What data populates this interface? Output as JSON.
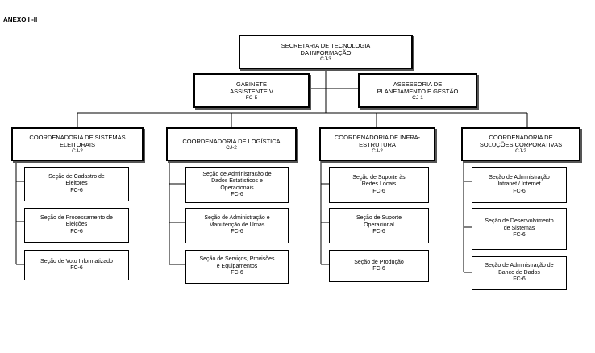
{
  "header": {
    "title": "ANEXO I -II"
  },
  "top": {
    "title": "SECRETARIA DE TECNOLOGIA\nDA INFORMAÇÃO",
    "code": "CJ-3"
  },
  "staff": [
    {
      "title": "GABINETE\nASSISTENTE V",
      "code": "FC-5"
    },
    {
      "title": "ASSESSORIA DE\nPLANEJAMENTO E GESTÃO",
      "code": "CJ-1"
    }
  ],
  "coordinations": [
    {
      "title": "COORDENADORIA DE SISTEMAS\nELEITORAIS",
      "code": "CJ-2",
      "sections": [
        {
          "title": "Seção de Cadastro de\nEleitores",
          "code": "FC-6"
        },
        {
          "title": "Seção de Processamento de\nEleições",
          "code": "FC-6"
        },
        {
          "title": "Seção de Voto Informatizado",
          "code": "FC-6"
        }
      ]
    },
    {
      "title": "COORDENADORIA DE LOGÍSTICA",
      "code": "CJ-2",
      "sections": [
        {
          "title": "Seção de Administração de\nDados Estatísticos e\nOperacionais",
          "code": "FC-6"
        },
        {
          "title": "Seção de Administração e\nManutenção de Urnas",
          "code": "FC-6"
        },
        {
          "title": "Seção de Serviços, Provisões\ne Equipamentos",
          "code": "FC-6"
        }
      ]
    },
    {
      "title": "COORDENADORIA DE INFRA-\nESTRUTURA",
      "code": "CJ-2",
      "sections": [
        {
          "title": "Seção de Suporte às\nRedes Locais",
          "code": "FC-6"
        },
        {
          "title": "Seção de Suporte\nOperacional",
          "code": "FC-6"
        },
        {
          "title": "Seção de Produção",
          "code": "FC-6"
        }
      ]
    },
    {
      "title": "COORDENADORIA DE\nSOLUÇÕES CORPORATIVAS",
      "code": "CJ-2",
      "sections": [
        {
          "title": "Seção de Administração\nIntranet / Internet",
          "code": "FC-6"
        },
        {
          "title": "Seção de Desenvolvimento\nde Sistemas",
          "code": "FC-6"
        },
        {
          "title": "Seção de Administração de\nBanco de Dados",
          "code": "FC-6"
        }
      ]
    }
  ]
}
